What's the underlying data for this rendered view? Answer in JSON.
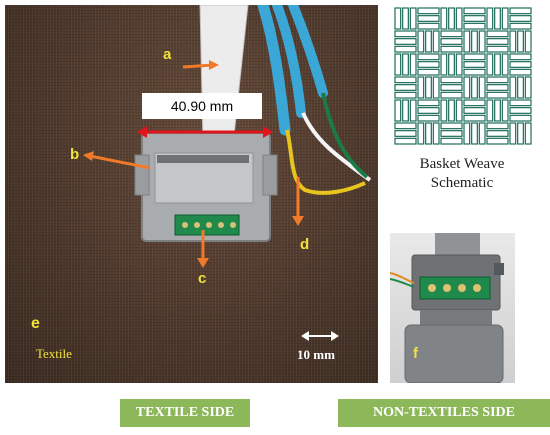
{
  "main_photo": {
    "labels": {
      "a": "a",
      "b": "b",
      "c": "c",
      "d": "d",
      "e": "e",
      "f": "f"
    },
    "textile_label": "Textile",
    "dimension": "40.90 mm",
    "scale": "10 mm"
  },
  "weave": {
    "caption_line1": "Basket Weave",
    "caption_line2": "Schematic"
  },
  "captions": {
    "textile_side": "TEXTILE SIDE",
    "non_textiles_side": "NON-TEXTILES SIDE"
  },
  "colors": {
    "arrow_orange": "#f07a2a",
    "label_yellow": "#f2e23a",
    "measure_red": "#e0161c",
    "caption_green": "#8db85a",
    "wire_blue": "#3ba7d6",
    "pcb_green": "#1f8a4c"
  }
}
